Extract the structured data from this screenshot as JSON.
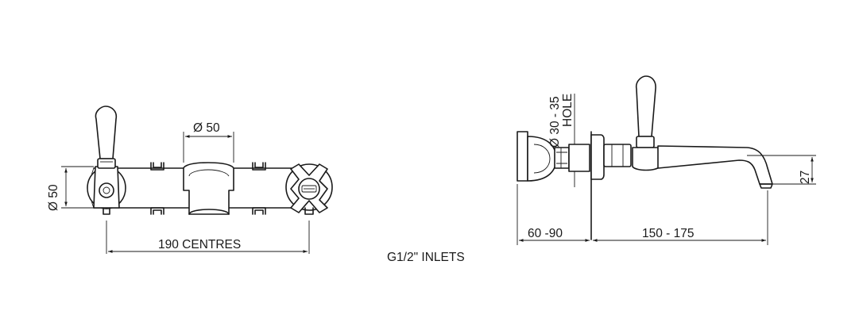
{
  "dimensions": {
    "handle_diameter": "Ø 50",
    "spout_diameter": "Ø 50",
    "centres": "190  CENTRES",
    "inlets": "G1/2\" INLETS",
    "hole_diameter": "Ø 30 - 35",
    "hole_label": "HOLE",
    "wall_depth": "60 -90",
    "spout_reach": "150  - 175",
    "spout_height": "27"
  },
  "colors": {
    "line": "#1a1a1a",
    "background": "#ffffff"
  },
  "icons": {
    "cold_tap_badge": "cold-badge-icon"
  }
}
